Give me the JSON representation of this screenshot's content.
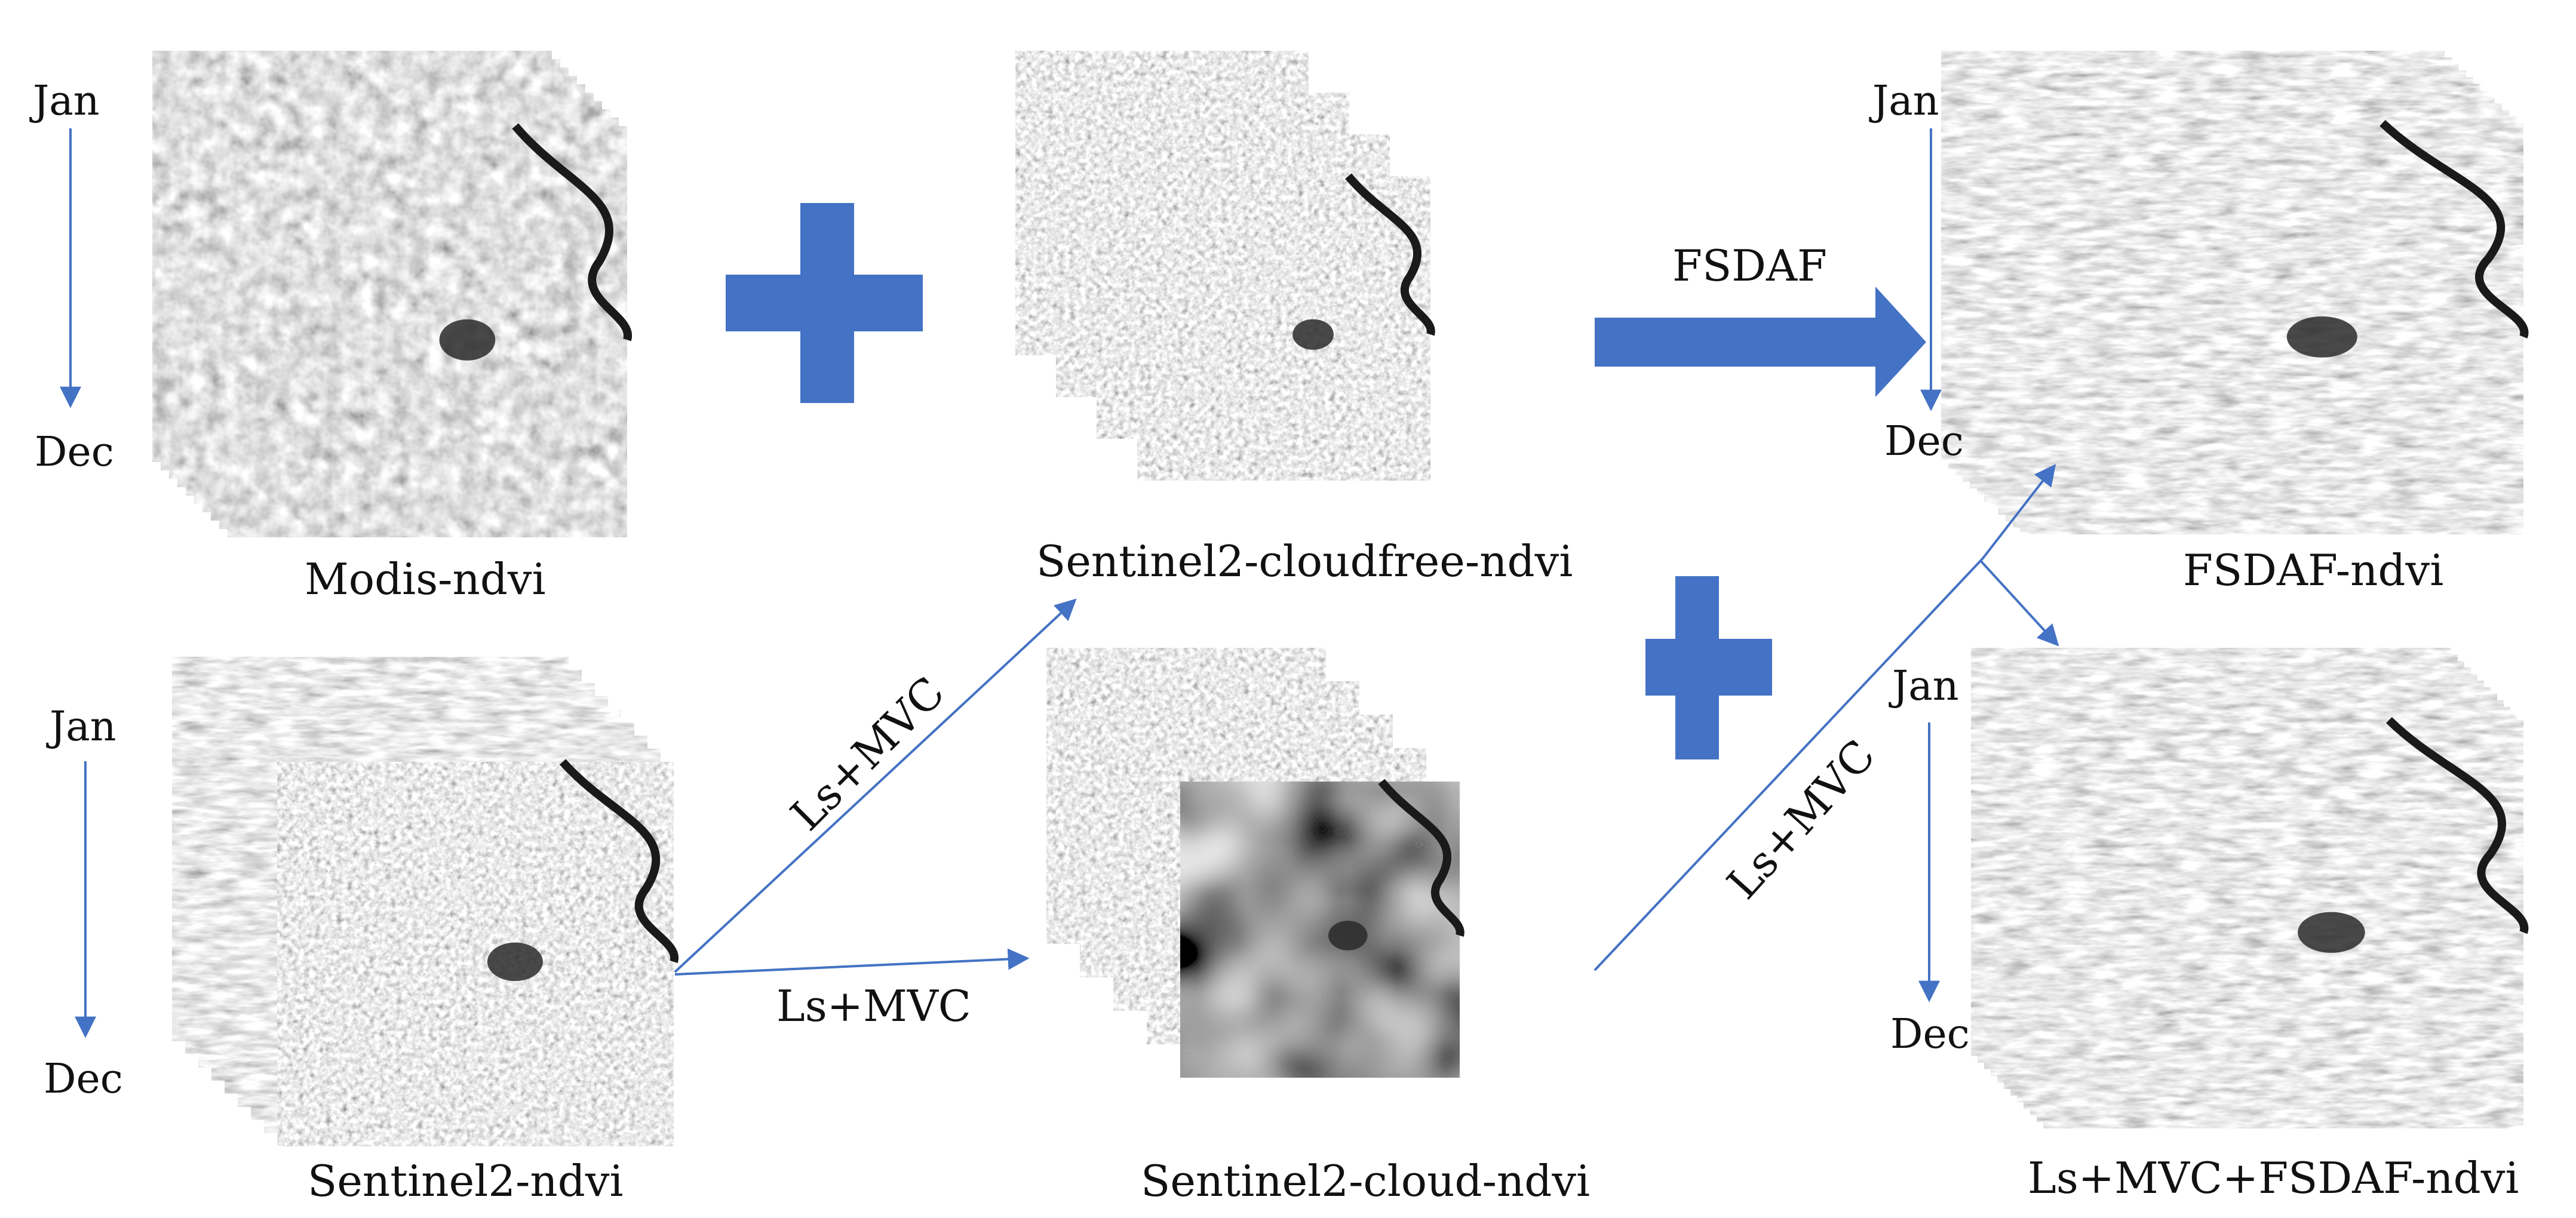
{
  "colors": {
    "accent": "#4472c4",
    "text": "#111111",
    "imageLight": "#d9d9d9",
    "imageMid": "#9a9a9a",
    "imageDark": "#1a1a1a",
    "background": "#ffffff"
  },
  "labels": {
    "modis": "Modis-ndvi",
    "s2": "Sentinel2-ndvi",
    "s2cloudfree": "Sentinel2-cloudfree-ndvi",
    "s2cloud": "Sentinel2-cloud-ndvi",
    "fsdafndvi": "FSDAF-ndvi",
    "lsmvcfsdaf": "Ls+MVC+FSDAF-ndvi",
    "fsdaf": "FSDAF",
    "lsmvc_up": "Ls+MVC",
    "lsmvc_right": "Ls+MVC",
    "lsmvc_diag": "Ls+MVC"
  },
  "months": {
    "modis": {
      "start": "Jan",
      "end": "Dec"
    },
    "s2": {
      "start": "Jan",
      "end": "Dec"
    },
    "fsdaf": {
      "start": "Jan",
      "end": "Dec"
    },
    "lsmvc": {
      "start": "Jan",
      "end": "Dec"
    }
  },
  "stacks": [
    {
      "id": "modis-stack",
      "style": "modis"
    },
    {
      "id": "s2-stack",
      "style": "s2"
    },
    {
      "id": "cloudfree-stack",
      "style": "cloudfree"
    },
    {
      "id": "cloud-stack",
      "style": "cloud"
    },
    {
      "id": "fsdaf-stack",
      "style": "fsdaf"
    },
    {
      "id": "lsmvcfsdaf-stack",
      "style": "fsdaf"
    }
  ],
  "symbols": [
    {
      "id": "plus-1",
      "icon": "plus-icon"
    },
    {
      "id": "plus-2",
      "icon": "plus-icon"
    },
    {
      "id": "fsdaf-arrow",
      "icon": "block-arrow-icon"
    }
  ]
}
